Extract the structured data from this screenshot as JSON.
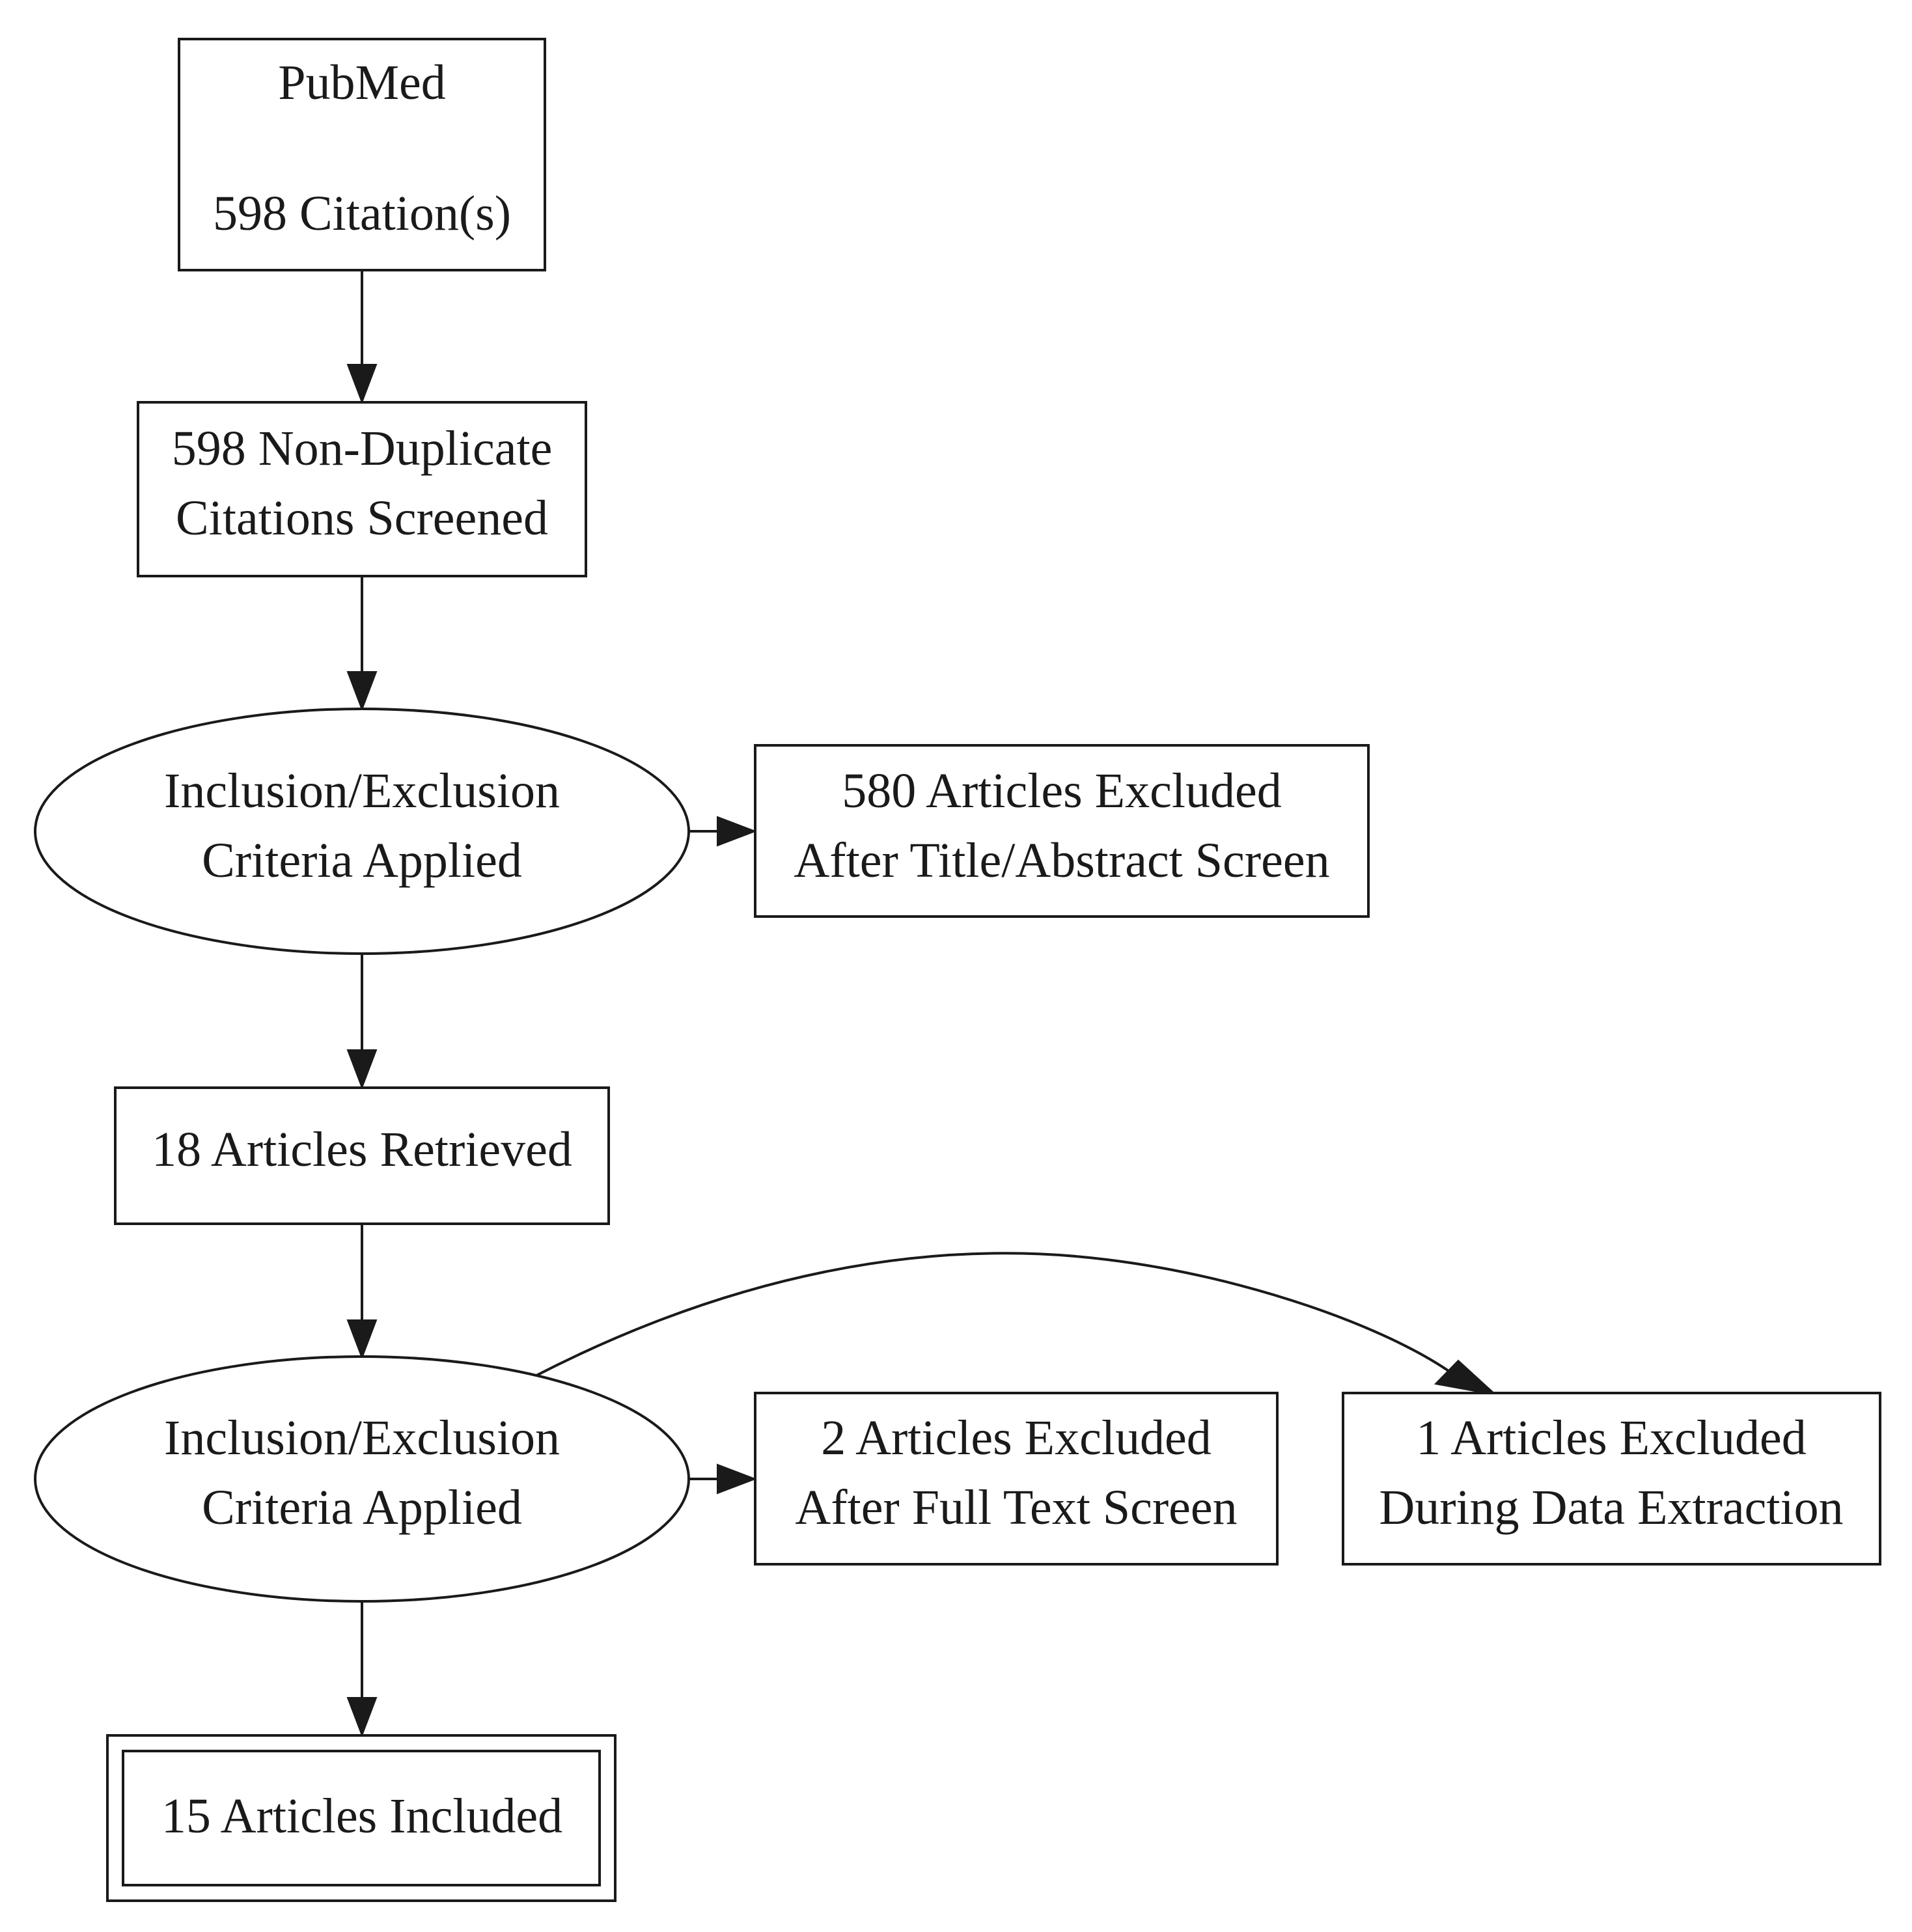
{
  "nodes": {
    "source": {
      "line1": "PubMed",
      "line2": "598 Citation(s)"
    },
    "screened": {
      "line1": "598 Non-Duplicate",
      "line2": "Citations Screened"
    },
    "criteria_1": {
      "line1": "Inclusion/Exclusion",
      "line2": "Criteria Applied"
    },
    "excluded_title_abstract": {
      "line1": "580 Articles Excluded",
      "line2": "After Title/Abstract Screen"
    },
    "retrieved": {
      "line1": "18 Articles Retrieved"
    },
    "criteria_2": {
      "line1": "Inclusion/Exclusion",
      "line2": "Criteria Applied"
    },
    "excluded_full_text": {
      "line1": "2 Articles Excluded",
      "line2": "After Full Text Screen"
    },
    "excluded_data_extraction": {
      "line1": "1 Articles Excluded",
      "line2": "During Data Extraction"
    },
    "included": {
      "line1": "15 Articles Included"
    }
  },
  "edges": [
    {
      "from": "source",
      "to": "screened"
    },
    {
      "from": "screened",
      "to": "criteria_1"
    },
    {
      "from": "criteria_1",
      "to": "excluded_title_abstract"
    },
    {
      "from": "criteria_1",
      "to": "retrieved"
    },
    {
      "from": "retrieved",
      "to": "criteria_2"
    },
    {
      "from": "criteria_2",
      "to": "excluded_full_text"
    },
    {
      "from": "criteria_2",
      "to": "excluded_data_extraction"
    },
    {
      "from": "criteria_2",
      "to": "included"
    }
  ]
}
